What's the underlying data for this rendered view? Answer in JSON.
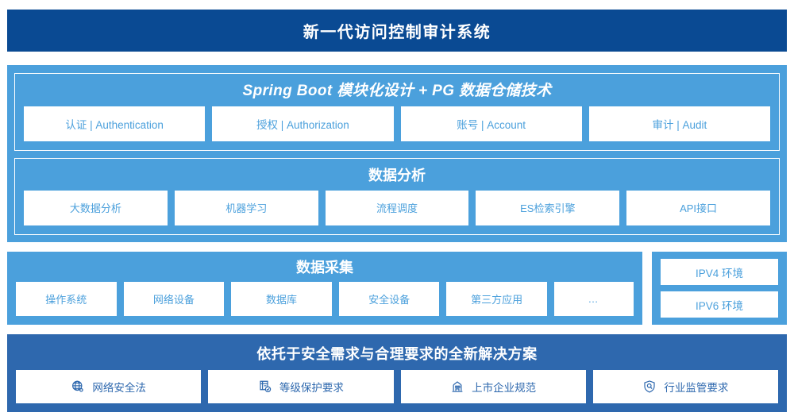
{
  "header": {
    "title": "新一代访问控制审计系统",
    "bg_color": "#0A4A93"
  },
  "colors": {
    "light_blue": "#4BA0DC",
    "mid_blue": "#2E68AE",
    "navy": "#0A4A93",
    "white": "#FFFFFF"
  },
  "platform": {
    "spring": {
      "title": "Spring Boot 模块化设计 + PG 数据仓储技术",
      "chips": [
        {
          "label": "认证 | Authentication"
        },
        {
          "label": "授权 | Authorization"
        },
        {
          "label": "账号 | Account"
        },
        {
          "label": "审计 | Audit"
        }
      ]
    },
    "analysis": {
      "title": "数据分析",
      "chips": [
        {
          "label": "大数据分析"
        },
        {
          "label": "机器学习"
        },
        {
          "label": "流程调度"
        },
        {
          "label": "ES检索引擎"
        },
        {
          "label": "API接口"
        }
      ]
    }
  },
  "collection": {
    "title": "数据采集",
    "chips": [
      {
        "label": "操作系统"
      },
      {
        "label": "网络设备"
      },
      {
        "label": "数据库"
      },
      {
        "label": "安全设备"
      },
      {
        "label": "第三方应用"
      },
      {
        "label": "…"
      }
    ]
  },
  "environments": {
    "items": [
      {
        "label": "IPV4 环境"
      },
      {
        "label": "IPV6 环境"
      }
    ]
  },
  "solution": {
    "title": "依托于安全需求与合理要求的全新解决方案",
    "chips": [
      {
        "label": "网络安全法",
        "icon": "globe-icon"
      },
      {
        "label": "等级保护要求",
        "icon": "document-check-icon"
      },
      {
        "label": "上市企业规范",
        "icon": "bank-building-icon"
      },
      {
        "label": "行业监管要求",
        "icon": "shield-search-icon"
      }
    ]
  }
}
